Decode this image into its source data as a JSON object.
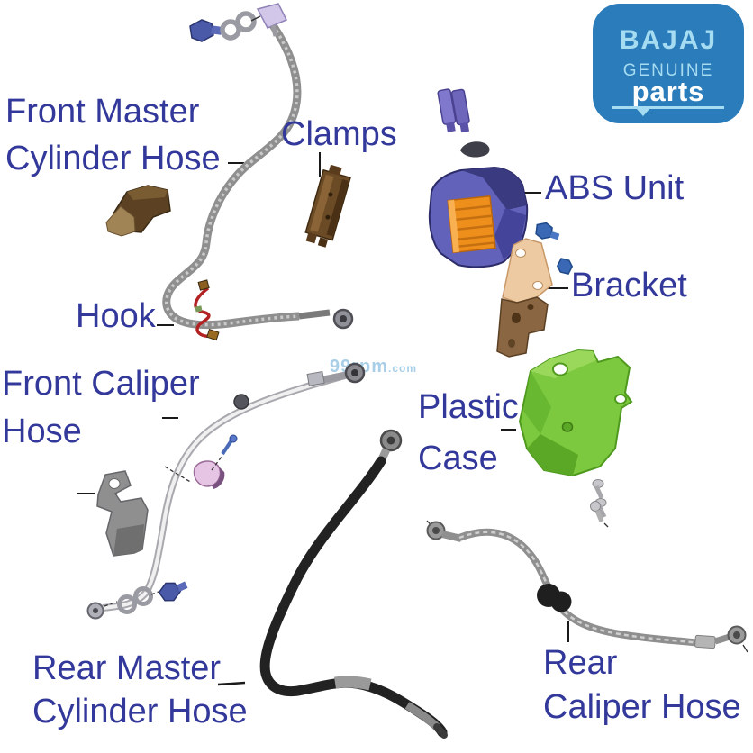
{
  "page": {
    "background": "#FFFFFF"
  },
  "logo": {
    "brand": "BAJAJ",
    "genuine": "GENUINE",
    "parts": "parts",
    "bg_color": "#2B7CBA",
    "light_color": "#A5DCF1",
    "parts_color": "#FFFFFF"
  },
  "watermark": {
    "name": "99rpm",
    "tld": ".com",
    "color": "#A9CFE8"
  },
  "colors": {
    "label": "#33389B",
    "leader": "#1A1A1A",
    "hose_gray": "#8F8F8F",
    "hose_black": "#222222",
    "abs_purple": "#6262BA",
    "abs_orange": "#EE8F1C",
    "connector_purple": "#8078CC",
    "case_green": "#7CC83E",
    "bracket_tan": "#EDCAA2",
    "bracket_brown": "#8A6642",
    "clamp_brown": "#6B4B26",
    "bolt_blue": "#4A5AA8",
    "hook_red": "#B32222",
    "clamp_pink": "#E6C4E4",
    "metal_gray": "#9A9AA2"
  },
  "labels": {
    "front_master": {
      "line1": "Front Master",
      "line2": "Cylinder Hose"
    },
    "clamps": {
      "line1": "Clamps"
    },
    "abs_unit": {
      "line1": "ABS Unit"
    },
    "bracket": {
      "line1": "Bracket"
    },
    "hook": {
      "line1": "Hook"
    },
    "front_caliper": {
      "line1": "Front Caliper",
      "line2": "Hose"
    },
    "plastic_case": {
      "line1": "Plastic",
      "line2": "Case"
    },
    "rear_master": {
      "line1": "Rear Master",
      "line2": "Cylinder Hose"
    },
    "rear_caliper": {
      "line1": "Rear",
      "line2": "Caliper Hose"
    }
  }
}
